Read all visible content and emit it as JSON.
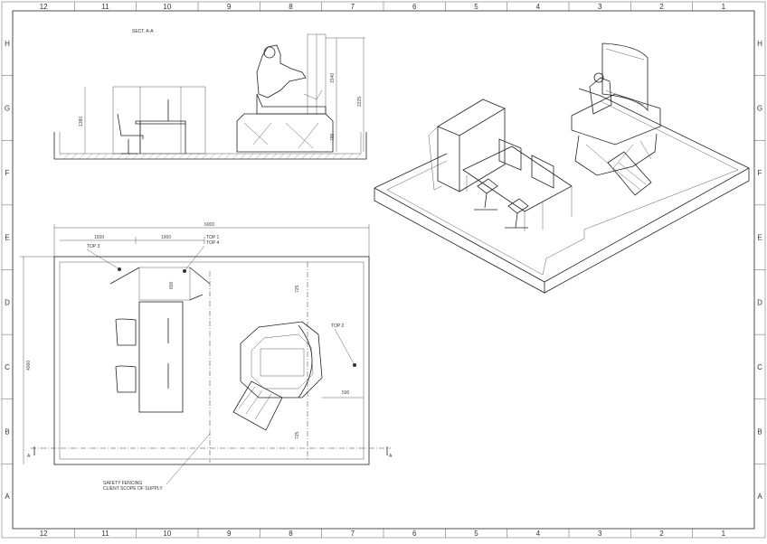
{
  "border": {
    "columns": [
      "12",
      "11",
      "10",
      "9",
      "8",
      "7",
      "6",
      "5",
      "4",
      "3",
      "2",
      "1"
    ],
    "rows": [
      "H",
      "G",
      "F",
      "E",
      "D",
      "C",
      "B",
      "A"
    ]
  },
  "section": {
    "title": "SECT. A-A",
    "dims": {
      "desk_height": "1380",
      "upper": "1540",
      "total": "2225",
      "lower": "785"
    }
  },
  "plan": {
    "overall_width": "6000",
    "overall_depth": "4000",
    "top_widths": [
      "1500",
      "1000"
    ],
    "labels": {
      "top3": "TOP 3",
      "top1": "TOP 1",
      "top4": "TOP 4",
      "top2": "TOP 2"
    },
    "dims": {
      "d600": "600",
      "d725a": "725",
      "d725b": "725",
      "d500": "500"
    },
    "section_marker": "A",
    "note_line1": "SAFETY FENCING",
    "note_line2": "CLIENT SCOPE OF SUPPLY"
  },
  "colors": {
    "line": "#222222",
    "paper": "#ffffff"
  }
}
